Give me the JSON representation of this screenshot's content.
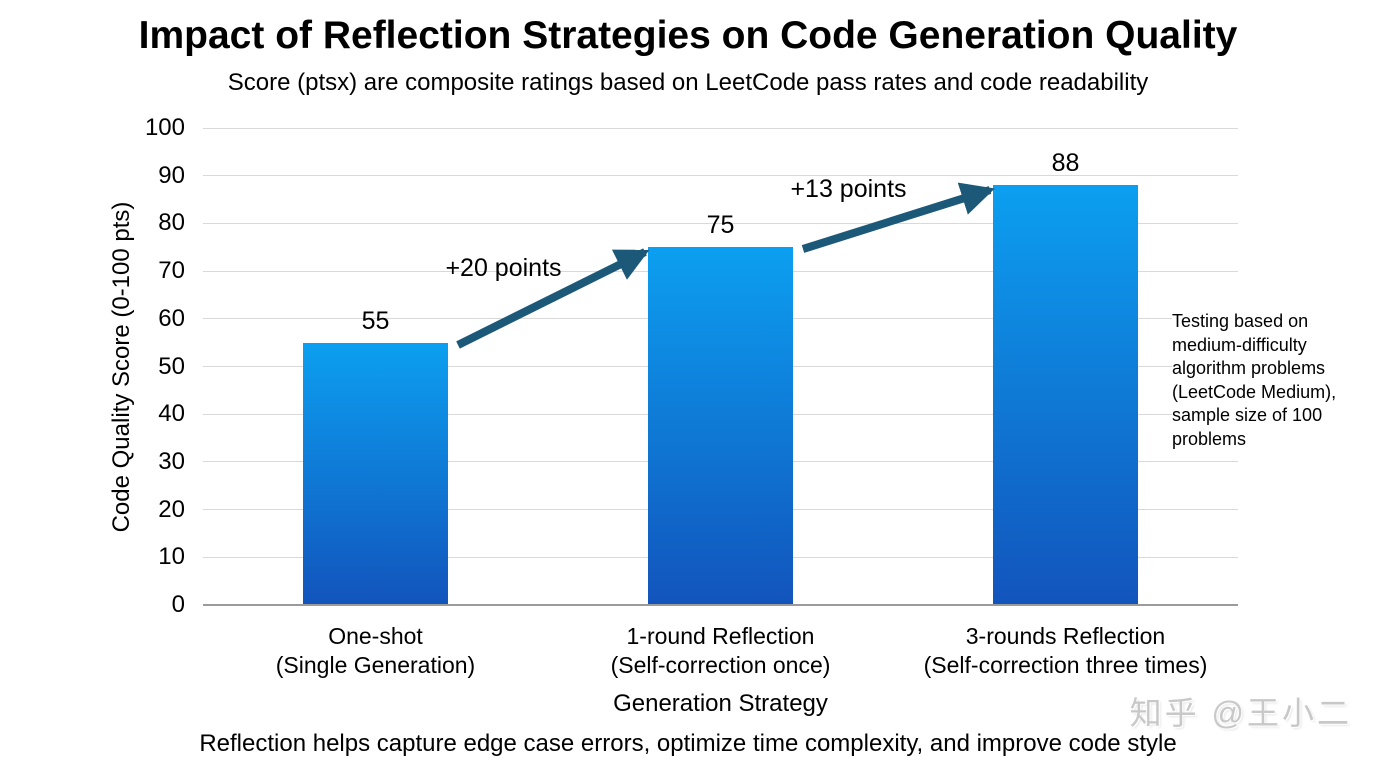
{
  "chart_data": {
    "type": "bar",
    "title": "Impact of Reflection Strategies on Code Generation Quality",
    "subtitle": "Score (ptsx) are composite ratings based on LeetCode pass rates and code readability",
    "xlabel": "Generation Strategy",
    "ylabel": "Code Quality Score (0-100 pts)",
    "ylim": [
      0,
      100
    ],
    "ytick_step": 10,
    "grid": true,
    "legend": "none",
    "categories": [
      {
        "line1": "One-shot",
        "line2": "(Single Generation)"
      },
      {
        "line1": "1-round Reflection",
        "line2": "(Self-correction once)"
      },
      {
        "line1": "3-rounds Reflection",
        "line2": "(Self-correction three times)"
      }
    ],
    "values": [
      55,
      75,
      88
    ],
    "bar_labels": [
      "55",
      "75",
      "88"
    ],
    "annotations": [
      {
        "text": "+20 points",
        "from_bar": 0,
        "to_bar": 1
      },
      {
        "text": "+13 points",
        "from_bar": 1,
        "to_bar": 2
      }
    ],
    "side_note": "Testing based on medium-difficulty algorithm problems (LeetCode Medium), sample size of 100 problems",
    "footnote": "Reflection helps capture edge case errors, optimize time complexity, and improve code style",
    "watermark": "知乎 @王小二",
    "colors": {
      "bar_gradient_top": "#0C9FF0",
      "bar_gradient_bottom": "#1254BC",
      "arrow": "#1C5878",
      "gridline": "#D9D9D9",
      "axis_line": "#9B9B9B",
      "watermark": "#C8C8C8",
      "text": "#000000",
      "background": "#FFFFFF"
    }
  }
}
